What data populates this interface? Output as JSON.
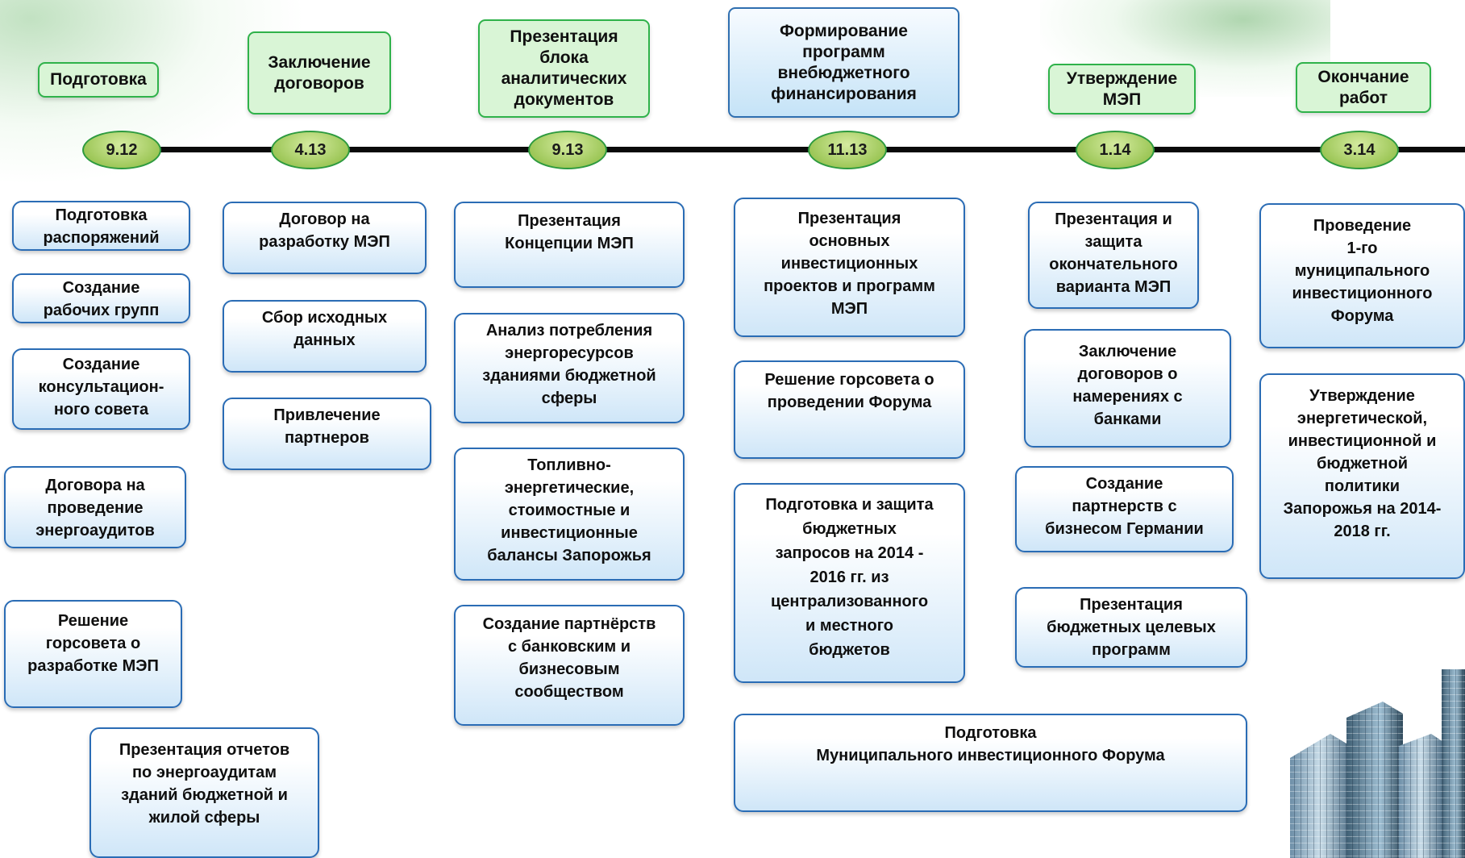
{
  "timeline": {
    "milestones": [
      {
        "label": "Подготовка",
        "date": "9.12"
      },
      {
        "label": "Заключение\nдоговоров",
        "date": "4.13"
      },
      {
        "label": "Презентация\nблока\nаналитических\nдокументов",
        "date": "9.13"
      },
      {
        "label": "Формирование\nпрограмм\nвнебюджетного\nфинансирования",
        "date": "11.13"
      },
      {
        "label": "Утверждение\nМЭП",
        "date": "1.14"
      },
      {
        "label": "Окончание\nработ",
        "date": "3.14"
      }
    ]
  },
  "columns": {
    "col1": [
      "Подготовка\nраспоряжений",
      "Создание\nрабочих групп",
      "Создание\nконсультацион-\nного совета",
      "Договора на\nпроведение\nэнергоаудитов",
      "Решение\nгорсовета о\nразработке МЭП",
      "Презентация отчетов\nпо энергоаудитам\nзданий бюджетной и\nжилой сферы"
    ],
    "col2": [
      "Договор на\nразработку МЭП",
      "Сбор исходных\nданных",
      "Привлечение\nпартнеров"
    ],
    "col3": [
      "Презентация\nКонцепции МЭП",
      "Анализ потребления\nэнергоресурсов\nзданиями бюджетной\nсферы",
      "Топливно-\nэнергетические,\nстоимостные и\nинвестиционные\nбалансы Запорожья",
      "Создание партнёрств\nс банковским и\nбизнесовым\nсообществом"
    ],
    "col4": [
      "Презентация\nосновных\nинвестиционных\nпроектов и программ\nМЭП",
      "Решение горсовета о\nпроведении Форума",
      "Подготовка и защита\nбюджетных\nзапросов на 2014 -\n2016 гг. из\nцентрализованного\nи местного\nбюджетов",
      "Подготовка\nМуниципального инвестиционного Форума"
    ],
    "col5": [
      "Презентация и\nзащита\nокончательного\nварианта МЭП",
      "Заключение\nдоговоров о\nнамерениях с\nбанками",
      "Создание\nпартнерств с\nбизнесом Германии",
      "Презентация\nбюджетных целевых\nпрограмм"
    ],
    "col6": [
      "Проведение\n1-го\nмуниципального\nинвестиционного\nФорума",
      "Утверждение\nэнергетической,\nинвестиционной и\nбюджетной\nполитики\nЗапорожья на 2014-\n2018 гг."
    ]
  },
  "colors": {
    "milestone_fill": "#d9f5d6",
    "milestone_border": "#2fb24a",
    "task_border": "#2a6cb5",
    "timeline": "#0a0a0a"
  }
}
